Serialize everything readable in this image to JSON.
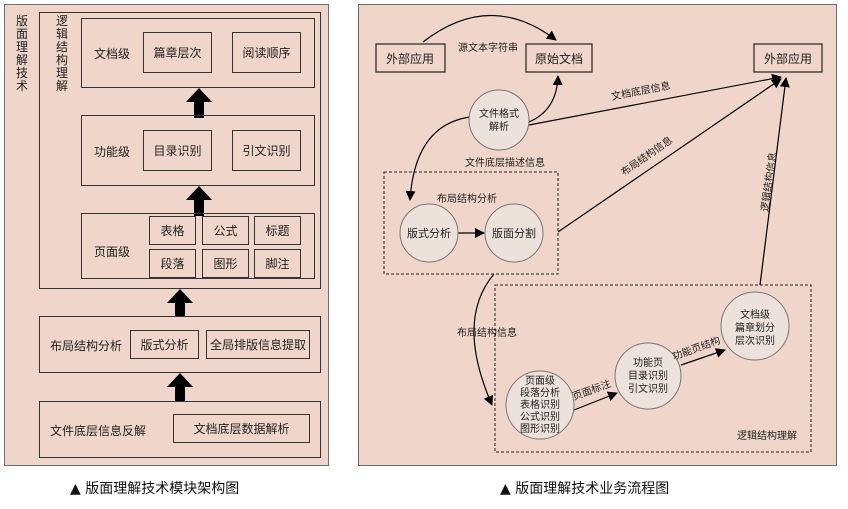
{
  "left_figure": {
    "outer_label": "版面理解技术",
    "logic_label": "逻辑结构理解",
    "levels": {
      "document": {
        "label": "文档级",
        "items": [
          "篇章层次",
          "阅读顺序"
        ]
      },
      "function": {
        "label": "功能级",
        "items": [
          "目录识别",
          "引文识别"
        ]
      },
      "page": {
        "label": "页面级",
        "items": [
          "表格",
          "公式",
          "标题",
          "段落",
          "图形",
          "脚注"
        ]
      }
    },
    "layout": {
      "label": "布局结构分析",
      "items": [
        "版式分析",
        "全局排版信息提取"
      ]
    },
    "file": {
      "label": "文件底层信息反解",
      "items": [
        "文档底层数据解析"
      ]
    },
    "caption": "▲ 版面理解技术模块架构图"
  },
  "right_figure": {
    "nodes": {
      "external_app_left": "外部应用",
      "original_doc": "原始文档",
      "external_app_right": "外部应用",
      "file_format_parse": [
        "文件格式",
        "解析"
      ],
      "layout_analysis": "版式分析",
      "page_segmentation": "版面分割",
      "page_level": [
        "页面级",
        "段落分析",
        "表格识别",
        "公式识别",
        "图形识别"
      ],
      "function_page": [
        "功能页",
        "目录识别",
        "引文识别"
      ],
      "document_level": [
        "文档级",
        "篇章划分",
        "层次识别"
      ]
    },
    "edge_labels": {
      "source_text": "源文本字符串",
      "doc_low_info": "文档底层信息",
      "file_low_desc": "文件底层描述信息",
      "layout_group": "布局结构分析",
      "layout_info_up": "布局结构信息",
      "layout_info_down": "布局结构信息",
      "logic_info": "逻辑结构信息",
      "page_annotation": "页面标注",
      "function_page_structure": "功能页结构",
      "logic_group": "逻辑结构理解"
    },
    "caption": "▲ 版面理解技术业务流程图"
  },
  "colors": {
    "panel_bg": "#f0d6ca",
    "node_bg": "#ece1db",
    "border": "#333333"
  }
}
